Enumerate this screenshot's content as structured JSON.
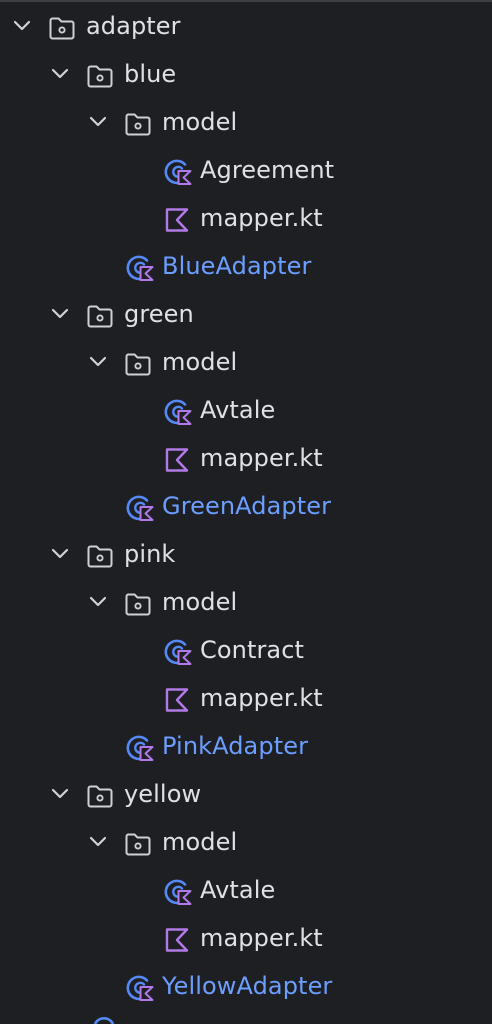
{
  "project_tree": {
    "items": [
      {
        "label": "adapter",
        "kind": "folder",
        "depth": 0,
        "expanded": true
      },
      {
        "label": "blue",
        "kind": "folder",
        "depth": 1,
        "expanded": true
      },
      {
        "label": "model",
        "kind": "folder",
        "depth": 2,
        "expanded": true
      },
      {
        "label": "Agreement",
        "kind": "class",
        "depth": 3,
        "expanded": false
      },
      {
        "label": "mapper.kt",
        "kind": "kotlin-file",
        "depth": 3,
        "expanded": false
      },
      {
        "label": "BlueAdapter",
        "kind": "class-main",
        "depth": 2,
        "expanded": false
      },
      {
        "label": "green",
        "kind": "folder",
        "depth": 1,
        "expanded": true
      },
      {
        "label": "model",
        "kind": "folder",
        "depth": 2,
        "expanded": true
      },
      {
        "label": "Avtale",
        "kind": "class",
        "depth": 3,
        "expanded": false
      },
      {
        "label": "mapper.kt",
        "kind": "kotlin-file",
        "depth": 3,
        "expanded": false
      },
      {
        "label": "GreenAdapter",
        "kind": "class-main",
        "depth": 2,
        "expanded": false
      },
      {
        "label": "pink",
        "kind": "folder",
        "depth": 1,
        "expanded": true
      },
      {
        "label": "model",
        "kind": "folder",
        "depth": 2,
        "expanded": true
      },
      {
        "label": "Contract",
        "kind": "class",
        "depth": 3,
        "expanded": false
      },
      {
        "label": "mapper.kt",
        "kind": "kotlin-file",
        "depth": 3,
        "expanded": false
      },
      {
        "label": "PinkAdapter",
        "kind": "class-main",
        "depth": 2,
        "expanded": false
      },
      {
        "label": "yellow",
        "kind": "folder",
        "depth": 1,
        "expanded": true
      },
      {
        "label": "model",
        "kind": "folder",
        "depth": 2,
        "expanded": true
      },
      {
        "label": "Avtale",
        "kind": "class",
        "depth": 3,
        "expanded": false
      },
      {
        "label": "mapper.kt",
        "kind": "kotlin-file",
        "depth": 3,
        "expanded": false
      },
      {
        "label": "YellowAdapter",
        "kind": "class-main",
        "depth": 2,
        "expanded": false
      }
    ]
  },
  "colors": {
    "background": "#1e1f22",
    "text": "#dfe1e5",
    "class_highlight_text": "#6c9eff",
    "chevron": "#cfd1d6",
    "folder_icon": "#ced0d6",
    "class_icon_blue": "#548af7",
    "kotlin_icon_purple": "#b07ae8"
  },
  "icons": {
    "folder": "folder-icon",
    "class": "kotlin-class-icon",
    "class-main": "kotlin-class-icon",
    "kotlin-file": "kotlin-file-icon",
    "expanded": "chevron-down-icon"
  }
}
